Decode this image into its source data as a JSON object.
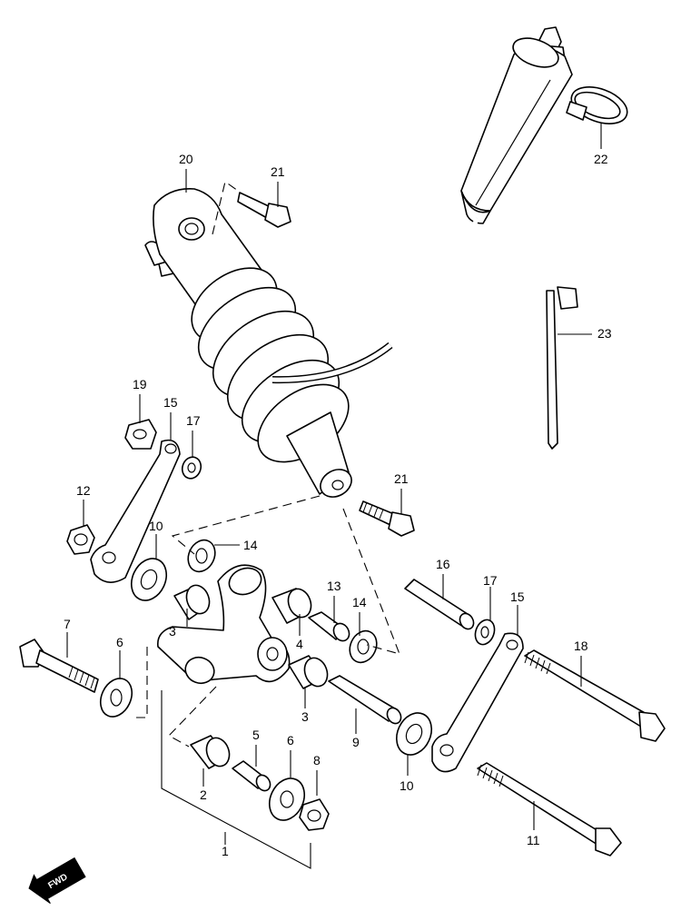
{
  "labels": {
    "p1": "1",
    "p2": "2",
    "p3a": "3",
    "p3b": "3",
    "p4": "4",
    "p5": "5",
    "p6a": "6",
    "p6b": "6",
    "p7": "7",
    "p8": "8",
    "p9": "9",
    "p10a": "10",
    "p10b": "10",
    "p11": "11",
    "p12": "12",
    "p13": "13",
    "p14a": "14",
    "p14b": "14",
    "p15a": "15",
    "p15b": "15",
    "p16": "16",
    "p17a": "17",
    "p17b": "17",
    "p18": "18",
    "p19": "19",
    "p20": "20",
    "p21a": "21",
    "p21b": "21",
    "p22": "22",
    "p23": "23"
  },
  "fwd_badge": "FWD"
}
